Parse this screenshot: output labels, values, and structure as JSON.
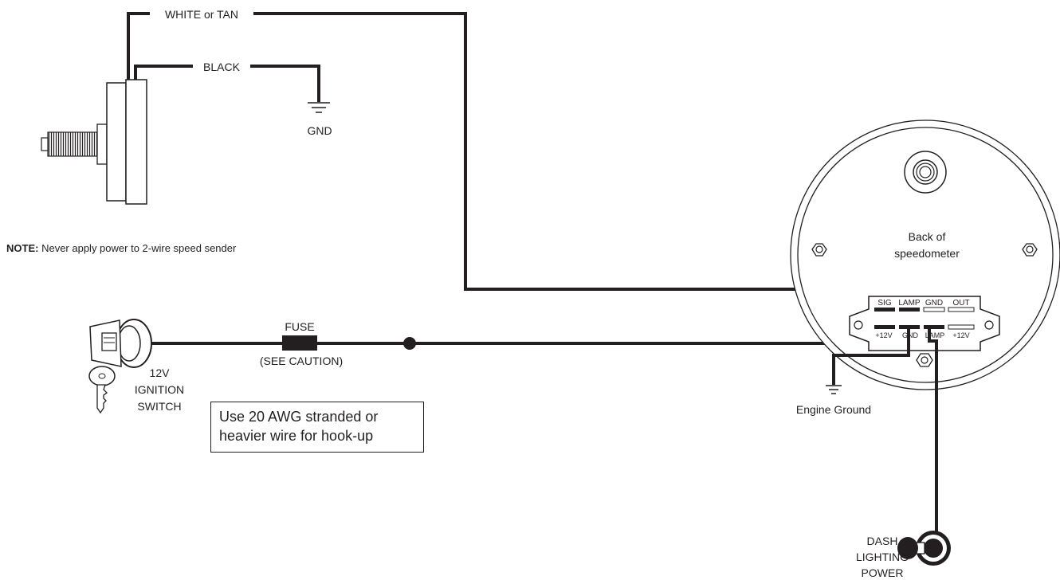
{
  "labels": {
    "signal_wire": "WHITE or TAN",
    "ground_wire": "BLACK",
    "gnd": "GND",
    "note_bold": "NOTE:",
    "note_text": "Never apply power to 2-wire speed sender",
    "fuse": "FUSE",
    "fuse_caution": "(SEE CAUTION)",
    "switch_line1": "12V",
    "switch_line2": "IGNITION",
    "switch_line3": "SWITCH",
    "hookup_line1": "Use 20 AWG stranded or",
    "hookup_line2": "heavier wire for hook-up",
    "back_line1": "Back of",
    "back_line2": "speedometer",
    "term_sig": "SIG",
    "term_lamp_top": "LAMP",
    "term_gnd_top": "GND",
    "term_out": "OUT",
    "term_12v_left": "+12V",
    "term_gnd_bottom": "GND",
    "term_lamp_bottom": "LAMP",
    "term_12v_right": "+12V",
    "engine_ground": "Engine Ground",
    "dash_line1": "DASH",
    "dash_line2": "LIGHTING",
    "dash_line3": "POWER"
  }
}
